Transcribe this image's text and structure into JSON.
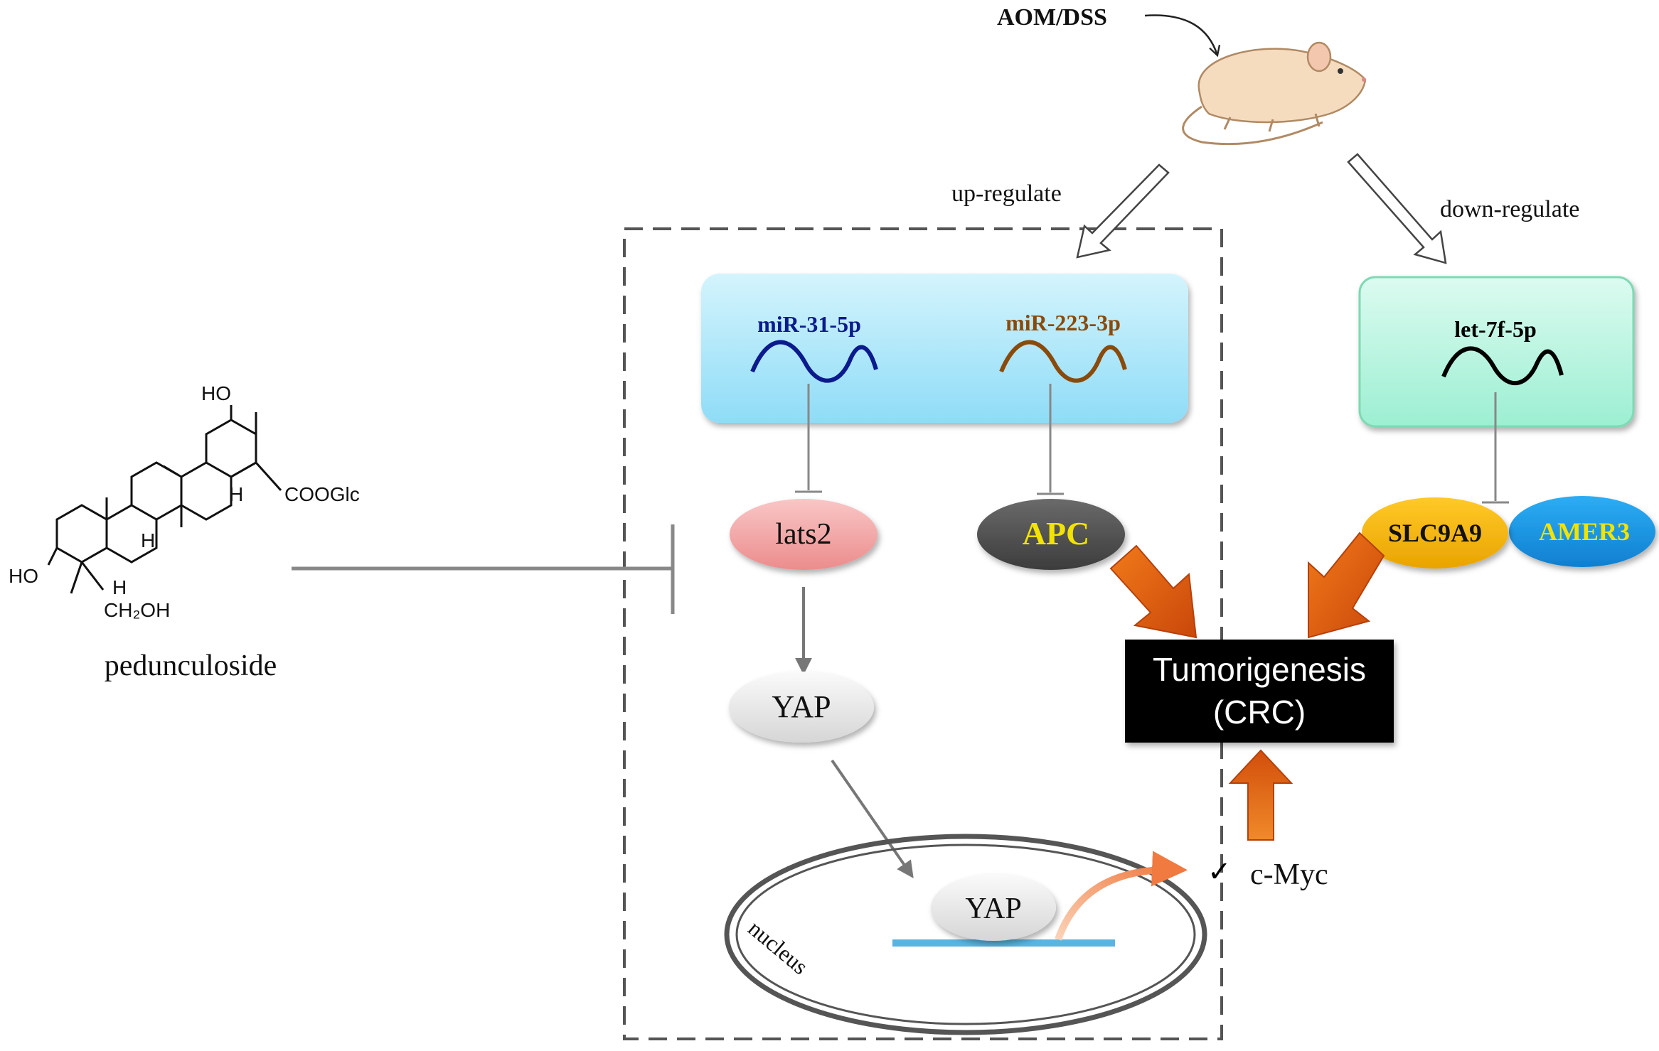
{
  "labels": {
    "aom_dss": "AOM/DSS",
    "up_regulate": "up-regulate",
    "down_regulate": "down-regulate",
    "mir31": "miR-31-5p",
    "mir223": "miR-223-3p",
    "let7f": "let-7f-5p",
    "lats2": "lats2",
    "apc": "APC",
    "slc9a9": "SLC9A9",
    "amer3": "AMER3",
    "yap_cytoplasm": "YAP",
    "yap_nucleus": "YAP",
    "nucleus": "nucleus",
    "tumorigenesis_line1": "Tumorigenesis",
    "tumorigenesis_line2": "(CRC)",
    "cmyc": "c-Myc",
    "checkmark": "✓",
    "compound": "pedunculoside"
  },
  "molecule_labels": {
    "ho_top": "HO",
    "cooglc": "COOGlc",
    "h_c9": "H",
    "h_c18": "H",
    "h_c5": "H",
    "ho_c3": "HO",
    "ch2oh": "CH₂OH"
  },
  "colors": {
    "mir31": "#0b1a8c",
    "mir223": "#8a4a0a",
    "let7f": "#000000",
    "apc_text": "#f2e300",
    "amer3_text": "#f2e300",
    "slc9a9_fill": "#f5b400",
    "amer3_fill": "#1a96e6",
    "apc_fill": "#555555",
    "lats2_fill": "#f2a0a0",
    "yap_fill": "#eeeeee",
    "mirna_box": "#aee8fa",
    "let7_box": "#b5f5e0",
    "orange_arrow": "#e0560a",
    "tumor_box": "#000000",
    "dna_line": "#5ab4e0"
  }
}
